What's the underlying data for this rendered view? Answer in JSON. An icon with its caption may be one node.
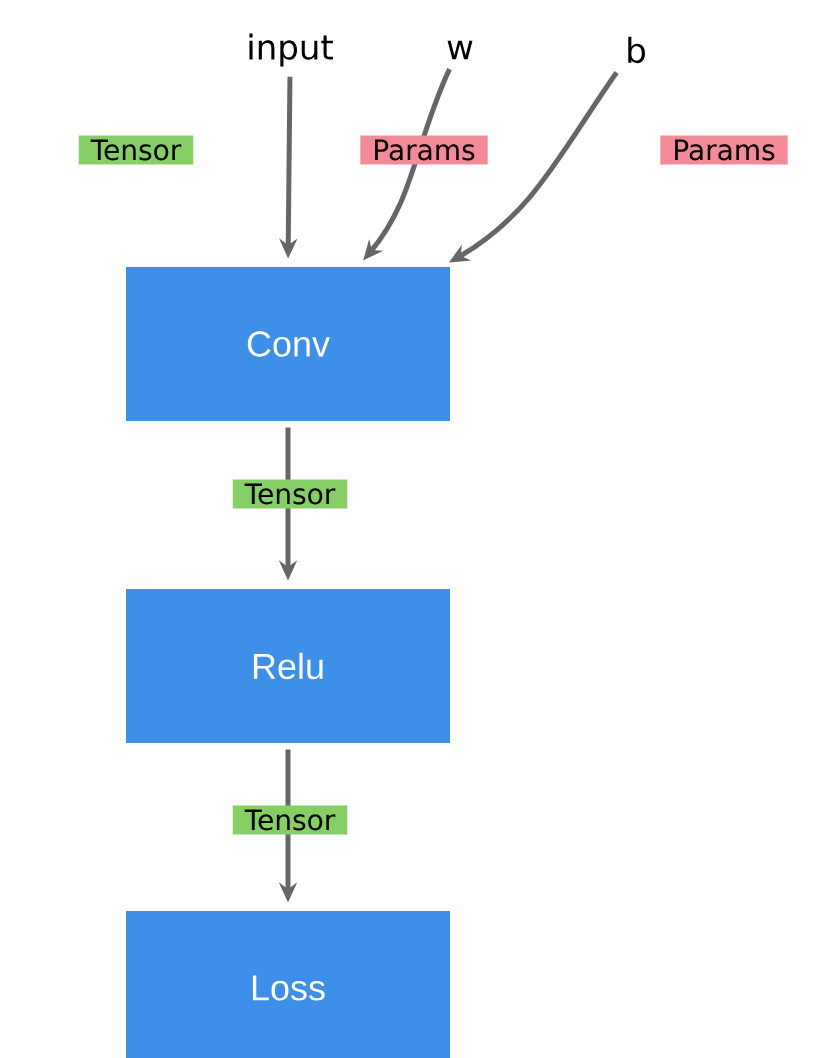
{
  "diagram": {
    "nodes": [
      {
        "text": [
          "input"
        ]
      },
      {
        "text": [
          "w"
        ]
      },
      {
        "text": [
          "b"
        ]
      },
      {
        "text": [
          "Conv"
        ]
      },
      {
        "text": [
          "Relu"
        ]
      },
      {
        "text": [
          "Loss"
        ]
      }
    ],
    "edges": [
      {
        "from": 0,
        "to": 3,
        "arrow": "to",
        "label": "Tensor"
      },
      {
        "from": 1,
        "to": 3,
        "arrow": "to",
        "label": "Params"
      },
      {
        "from": 2,
        "to": 3,
        "arrow": "to",
        "label": "Params"
      },
      {
        "from": 3,
        "to": 4,
        "arrow": "to",
        "label": "Tensor"
      },
      {
        "from": 4,
        "to": 5,
        "arrow": "to",
        "label": "Tensor"
      }
    ]
  }
}
